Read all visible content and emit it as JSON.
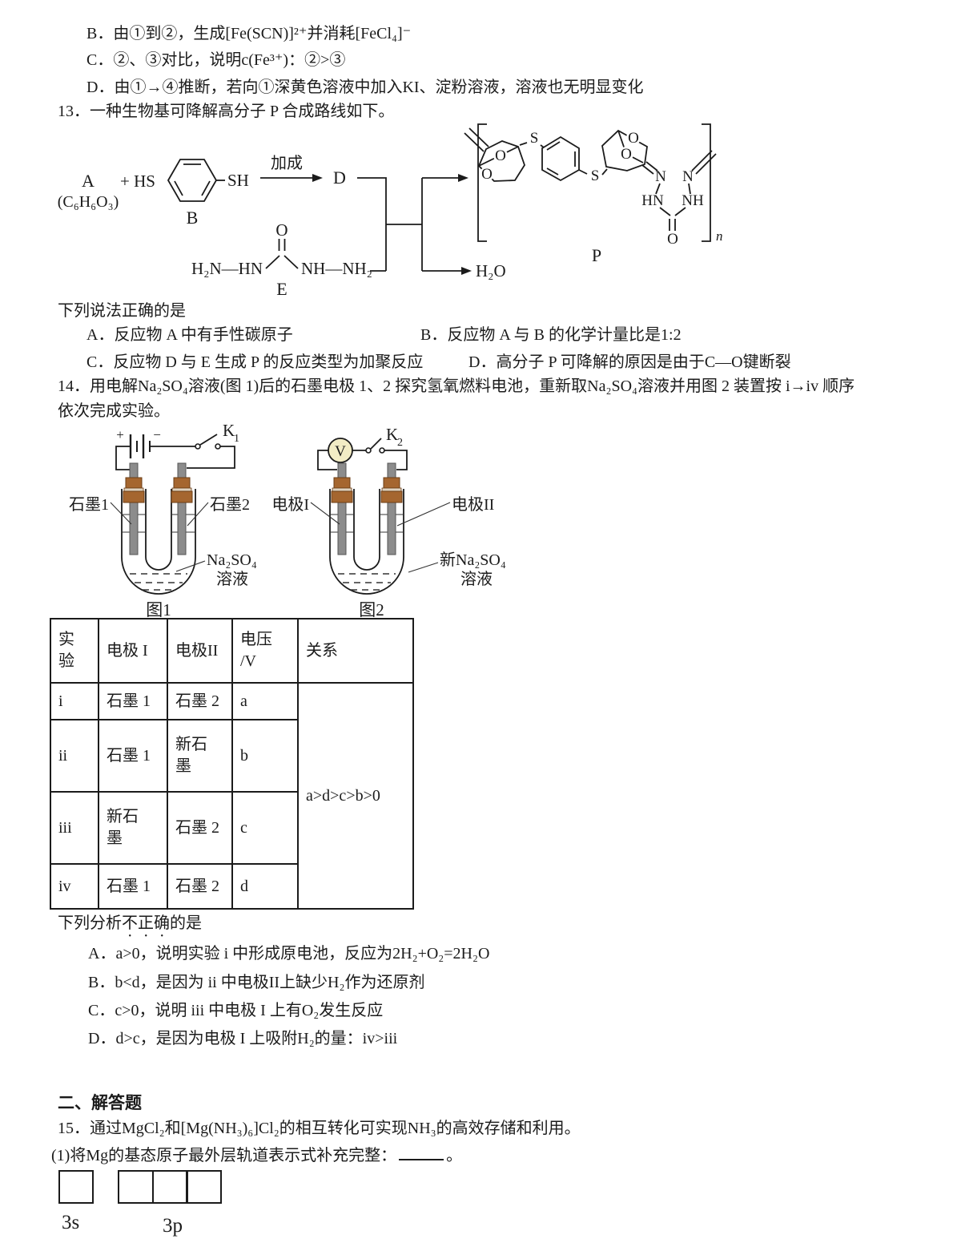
{
  "q12": {
    "options": [
      "B．由①到②，生成[Fe(SCN)]²⁺并消耗[FeCl₄]⁻",
      "C．②、③对比，说明c(Fe³⁺)：②>③",
      "D．由①→④推断，若向①深黄色溶液中加入KI、淀粉溶液，溶液也无明显变化"
    ]
  },
  "q13": {
    "stem": "13．一种生物基可降解高分子 P 合成路线如下。",
    "scheme": {
      "reactant_a": "A",
      "reactant_a_formula": "(C₆H₆O₃)",
      "plus_hs": "+ HS",
      "sh": "SH",
      "reactant_b": "B",
      "arrow_label": "加成",
      "intermediate_d": "D",
      "e_left": "H₂N—HN",
      "e_right": "NH—NH₂",
      "carbonyl_o": "O",
      "reactant_e": "E",
      "byproduct_h2o": "H₂O",
      "polymer_p": "P",
      "repeat_n": "n",
      "s_atom": "S",
      "o_atom": "O",
      "n_atom": "N",
      "hn_group": "HN",
      "nh_group": "NH"
    },
    "prompt": "下列说法正确的是",
    "options": [
      "A．反应物 A 中有手性碳原子",
      "B．反应物 A 与 B 的化学计量比是1:2",
      "C．反应物 D 与 E 生成 P 的反应类型为加聚反应",
      "D．高分子 P 可降解的原因是由于C—O键断裂"
    ]
  },
  "q14": {
    "stem_line1": "14．用电解Na₂SO₄溶液(图 1)后的石墨电极 1、2 探究氢氧燃料电池，重新取Na₂SO₄溶液并用图 2 装置按 i→iv 顺序",
    "stem_line2": "依次完成实验。",
    "fig1": {
      "caption": "图1",
      "switch": "K",
      "switch_sub": "1",
      "plus": "+",
      "minus": "−",
      "left_electrode": "石墨1",
      "right_electrode": "石墨2",
      "solution_line1": "Na₂SO₄",
      "solution_line2": "溶液"
    },
    "fig2": {
      "caption": "图2",
      "switch": "K",
      "switch_sub": "2",
      "meter": "V",
      "left_electrode": "电极I",
      "right_electrode": "电极II",
      "solution_line1": "新Na₂SO₄",
      "solution_line2": "溶液"
    },
    "table": {
      "headers": [
        "实\n验",
        "电极 I",
        "电极II",
        "电压\n/V",
        "关系"
      ],
      "rows": [
        [
          "i",
          "石墨 1",
          "石墨 2",
          "a"
        ],
        [
          "ii",
          "石墨 1",
          "新石\n墨",
          "b"
        ],
        [
          "iii",
          "新石\n墨",
          "石墨 2",
          "c"
        ],
        [
          "iv",
          "石墨 1",
          "石墨 2",
          "d"
        ]
      ],
      "relation": "a>d>c>b>0"
    },
    "prompt_prefix": "下列分析",
    "prompt_emphasis": "不正确",
    "prompt_suffix": "的是",
    "options": [
      "A．a>0，说明实验 i 中形成原电池，反应为2H₂+O₂=2H₂O",
      "B．b<d，是因为 ii 中电极II上缺少H₂作为还原剂",
      "C．c>0，说明 iii 中电极 I 上有O₂发生反应",
      "D．d>c，是因为电极 I 上吸附H₂的量：iv>iii"
    ]
  },
  "section2_title": "二、解答题",
  "q15": {
    "stem": "15．通过MgCl₂和[Mg(NH₃)₆]Cl₂的相互转化可实现NH₃的高效存储和利用。",
    "part1_label": "(1)将Mg的基态原子最外层轨道表示式补充完整：",
    "part1_end": "。",
    "orbital_3s": "3s",
    "orbital_3p": "3p"
  }
}
